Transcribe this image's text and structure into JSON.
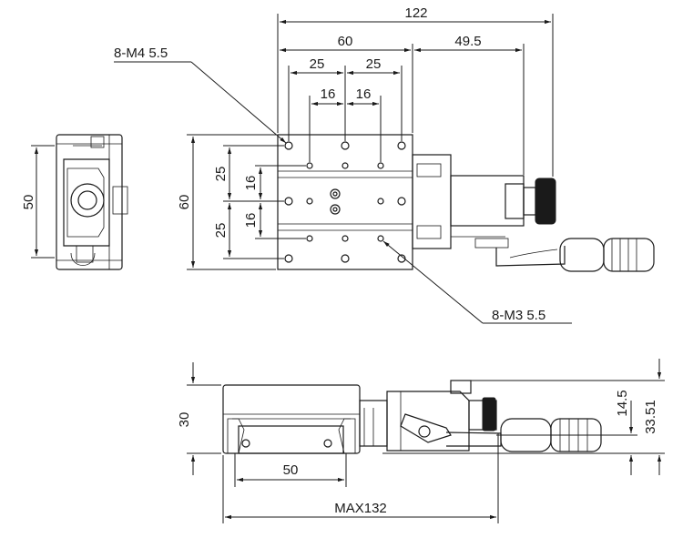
{
  "top_view": {
    "overall_width": "122",
    "table_width": "60",
    "offset_right": "49.5",
    "hole_pitch_m4": "25",
    "hole_pitch_m4_b": "25",
    "hole_pitch_m3": "16",
    "hole_pitch_m3_b": "16",
    "table_height": "60",
    "vert_pitch_m4_a": "25",
    "vert_pitch_m4_b": "25",
    "vert_pitch_m3_a": "16",
    "vert_pitch_m3_b": "16",
    "callout_m4": "8-M4  5.5",
    "callout_m3": "8-M3  5.5"
  },
  "end_view": {
    "height": "50"
  },
  "side_view": {
    "height": "30",
    "mount_pitch": "50",
    "max_length": "MAX132",
    "height_axis": "14.5",
    "overall_height": "33.51"
  }
}
